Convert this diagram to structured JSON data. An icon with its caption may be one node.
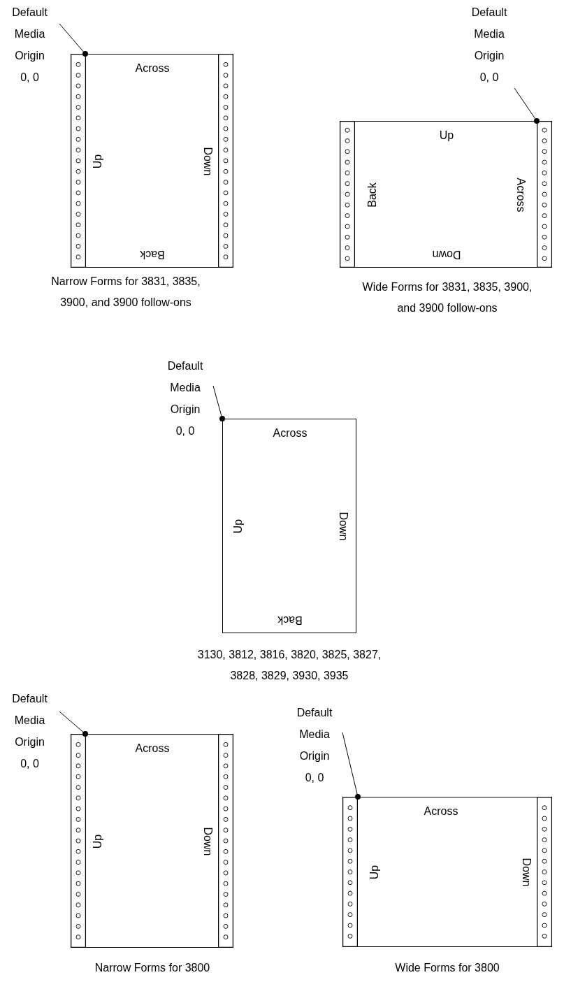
{
  "diagram": {
    "nodes": [
      {
        "text": [
          "Default Media Origin",
          "0, 0"
        ]
      },
      {
        "text": [],
        "shape": "circle"
      },
      {
        "text": [
          "Across",
          "Up",
          "Down",
          "Back"
        ],
        "beside": [
          "Narrow Forms for 3831, 3835, 3900, and 3900 follow-ons"
        ]
      },
      {
        "text": [
          "Default Media Origin",
          "0, 0"
        ]
      },
      {
        "text": [],
        "shape": "circle"
      },
      {
        "text": [
          "Up",
          "Back",
          "Across",
          "Down"
        ],
        "beside": [
          "Wide Forms for 3831, 3835, 3900, and 3900 follow-ons"
        ]
      },
      {
        "text": [
          "Default Media Origin",
          "0, 0"
        ]
      },
      {
        "text": [],
        "shape": "circle"
      },
      {
        "text": [
          "Across",
          "Up",
          "Down",
          "Back"
        ],
        "beside": [
          "3130, 3812, 3816, 3820, 3825, 3827, 3828, 3829, 3930, 3935"
        ]
      },
      {
        "text": [
          "Default Media Origin",
          "0, 0"
        ]
      },
      {
        "text": [],
        "shape": "circle"
      },
      {
        "text": [
          "Across",
          "Up",
          "Down"
        ],
        "beside": [
          "Narrow Forms for 3800"
        ]
      },
      {
        "text": [
          "Default Media Origin",
          "0, 0"
        ]
      },
      {
        "text": [],
        "shape": "circle"
      },
      {
        "text": [
          "Across",
          "Up",
          "Down"
        ],
        "beside": [
          "Wide Forms for 3800"
        ]
      }
    ],
    "edges": [
      {
        "from": 0,
        "to": 1,
        "arrow": "none"
      },
      {
        "from": 3,
        "to": 4,
        "arrow": "none"
      },
      {
        "from": 6,
        "to": 7,
        "arrow": "none"
      },
      {
        "from": 9,
        "to": 10,
        "arrow": "none"
      },
      {
        "from": 12,
        "to": 13,
        "arrow": "none"
      }
    ]
  }
}
